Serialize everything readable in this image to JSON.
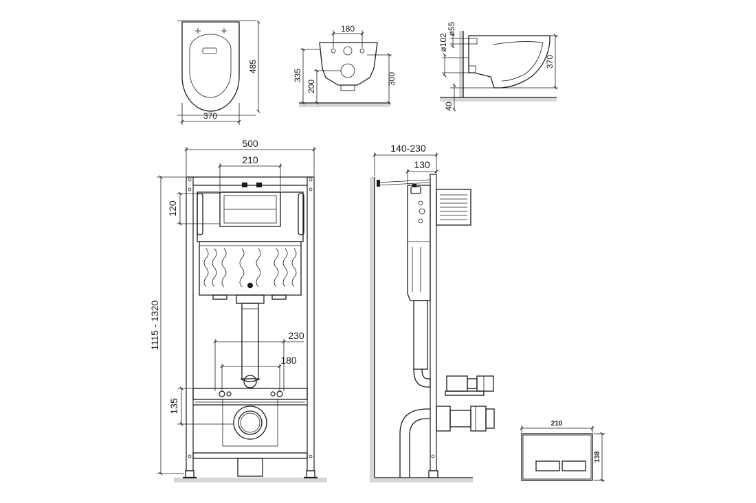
{
  "bowl_top": {
    "width": "370",
    "depth": "485"
  },
  "bowl_front": {
    "holes_spacing": "180",
    "height_top": "335",
    "height_inlet": "300",
    "height_outlet": "200"
  },
  "bowl_side": {
    "dia_inlet": "ø55",
    "dia_outlet": "ø102",
    "length": "370",
    "offset": "40"
  },
  "frame_front": {
    "width": "500",
    "tank_width": "210",
    "button_offset": "120",
    "height_range": "1115 - 1320",
    "bolt_spacing_outer": "230",
    "bolt_spacing_inner": "180",
    "outlet_height": "135"
  },
  "frame_side": {
    "depth_range": "140-230",
    "depth": "130"
  },
  "flush_plate": {
    "width": "210",
    "height": "138"
  }
}
